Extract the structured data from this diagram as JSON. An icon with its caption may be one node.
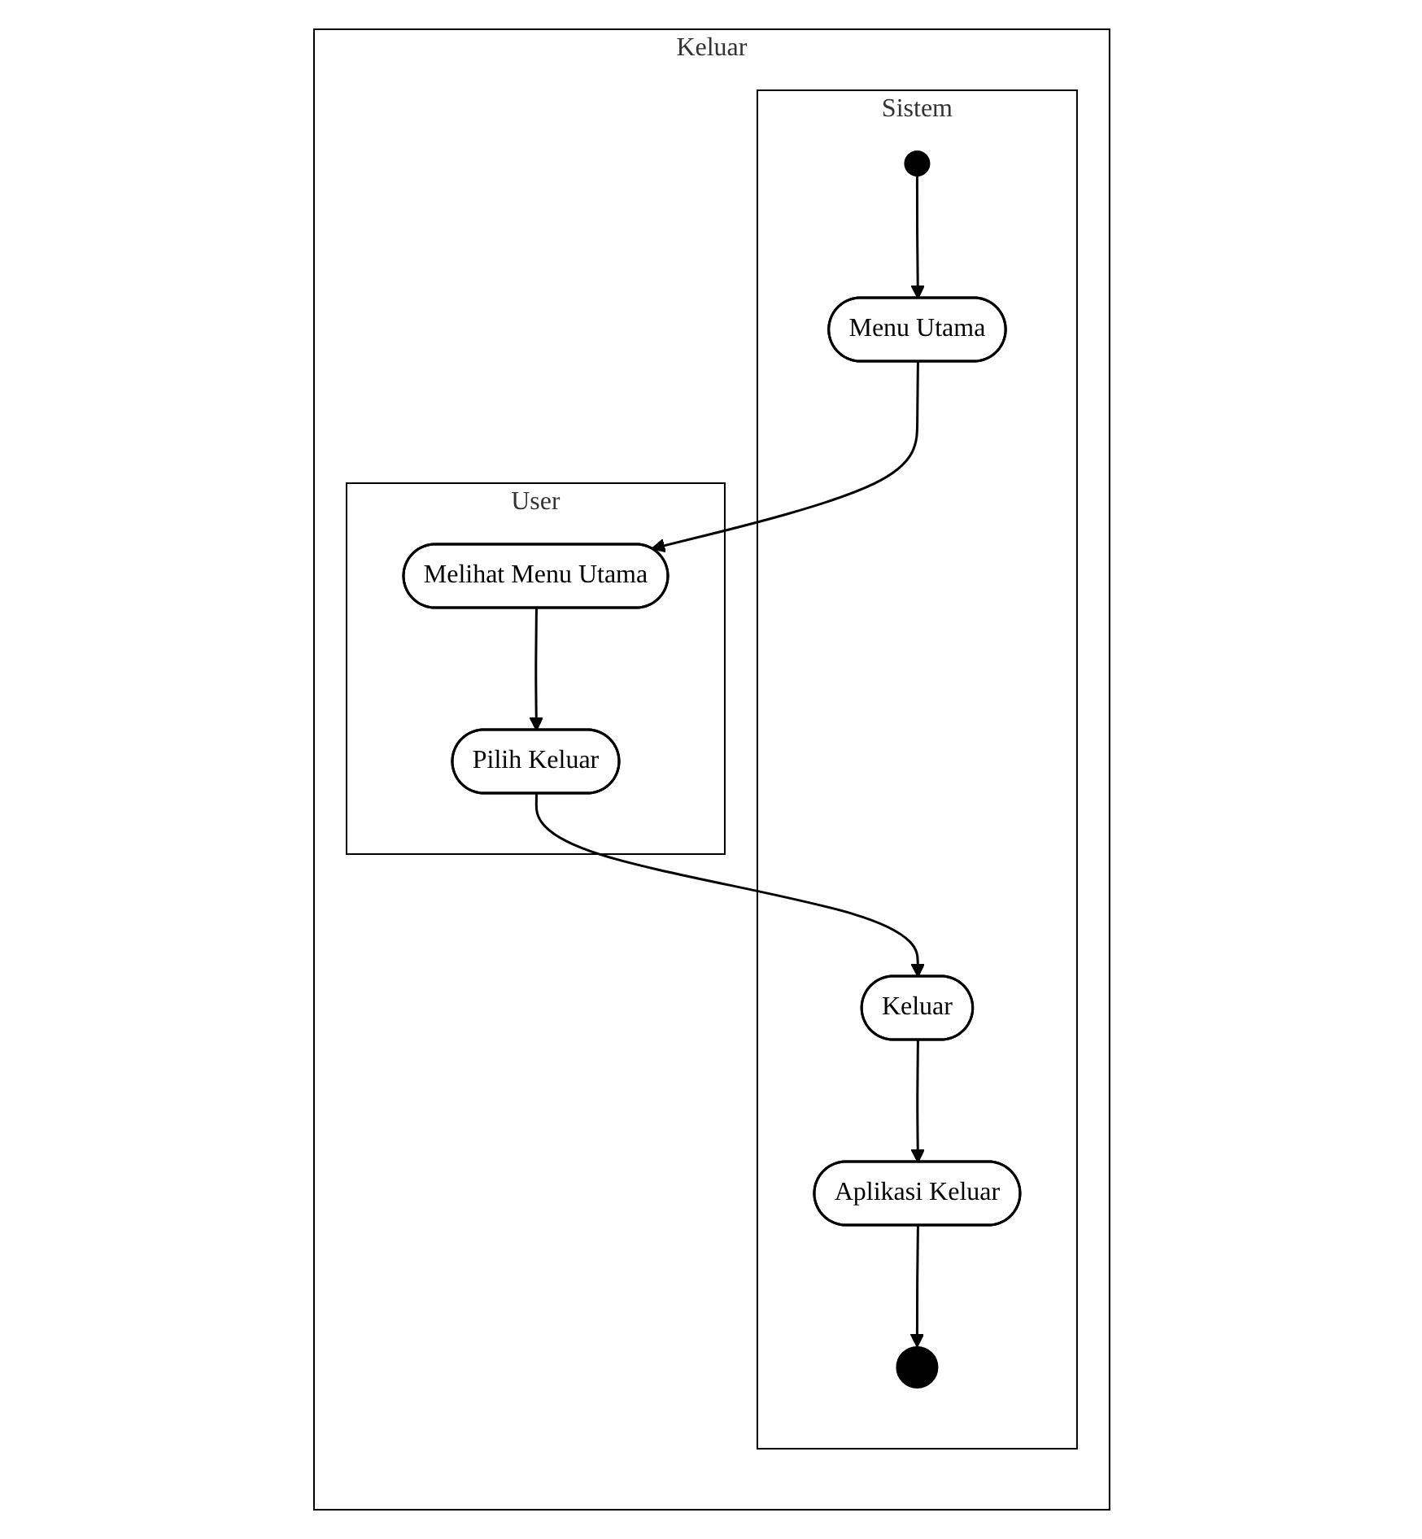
{
  "diagram": {
    "nodes": [
      {
        "text": [
          "Keluar"
        ]
      },
      {
        "text": [
          "Sistem"
        ],
        "in": 0
      },
      {
        "text": [
          "User"
        ],
        "in": 0
      },
      {
        "text": [],
        "shape": "circle",
        "in": 1
      },
      {
        "text": [
          "Menu Utama"
        ],
        "in": 1
      },
      {
        "text": [
          "Melihat Menu Utama"
        ],
        "in": 2
      },
      {
        "text": [
          "Pilih Keluar"
        ],
        "in": 2
      },
      {
        "text": [
          "Keluar"
        ],
        "in": 1
      },
      {
        "text": [
          "Aplikasi Keluar"
        ],
        "in": 1
      },
      {
        "text": [],
        "shape": "circle",
        "in": 1
      }
    ],
    "edges": [
      {
        "from": 3,
        "to": 4,
        "arrow": "to"
      },
      {
        "from": 4,
        "to": 5,
        "arrow": "to"
      },
      {
        "from": 5,
        "to": 6,
        "arrow": "to"
      },
      {
        "from": 6,
        "to": 7,
        "arrow": "to"
      },
      {
        "from": 7,
        "to": 8,
        "arrow": "to"
      },
      {
        "from": 8,
        "to": 9,
        "arrow": "to"
      }
    ]
  }
}
